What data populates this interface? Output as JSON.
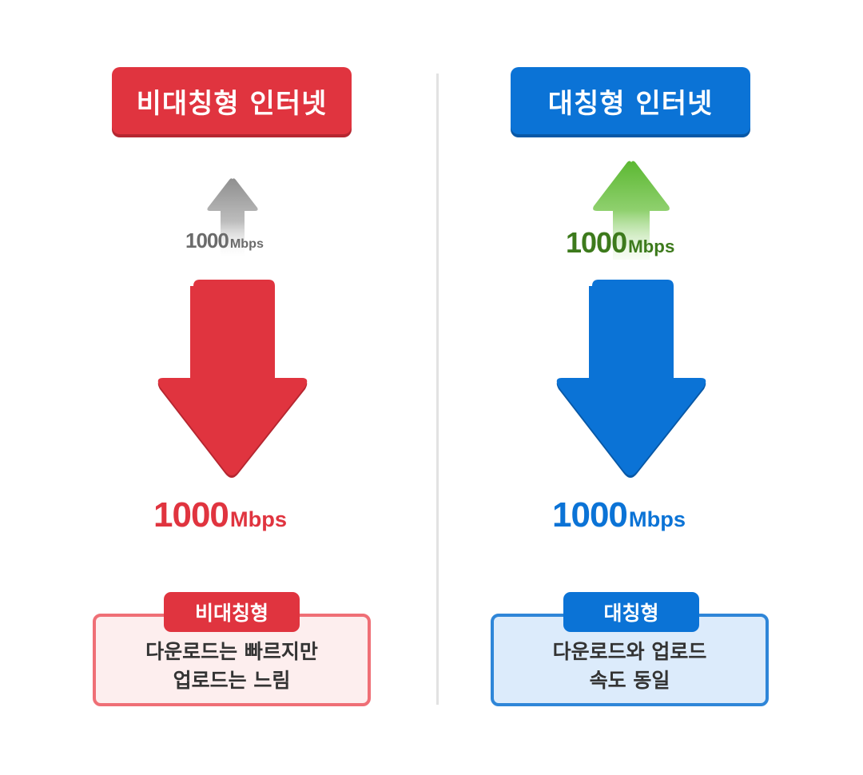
{
  "left": {
    "title": "비대칭형 인터넷",
    "upload": {
      "value": "1000",
      "unit": "Mbps",
      "color": "#6b6b6b"
    },
    "download": {
      "value": "1000",
      "unit": "Mbps",
      "color": "#e0343f"
    },
    "badge": "비대칭형",
    "description_line1": "다운로드는 빠르지만",
    "description_line2": "업로드는 느림",
    "accent": "#e0343f"
  },
  "right": {
    "title": "대칭형 인터넷",
    "upload": {
      "value": "1000",
      "unit": "Mbps",
      "color": "#3d7a1c"
    },
    "download": {
      "value": "1000",
      "unit": "Mbps",
      "color": "#0b73d6"
    },
    "badge": "대칭형",
    "description_line1": "다운로드와 업로드",
    "description_line2": "속도 동일",
    "accent": "#0b73d6"
  },
  "icons": {
    "up_arrow": "arrow-up-icon",
    "down_arrow": "arrow-down-icon"
  }
}
